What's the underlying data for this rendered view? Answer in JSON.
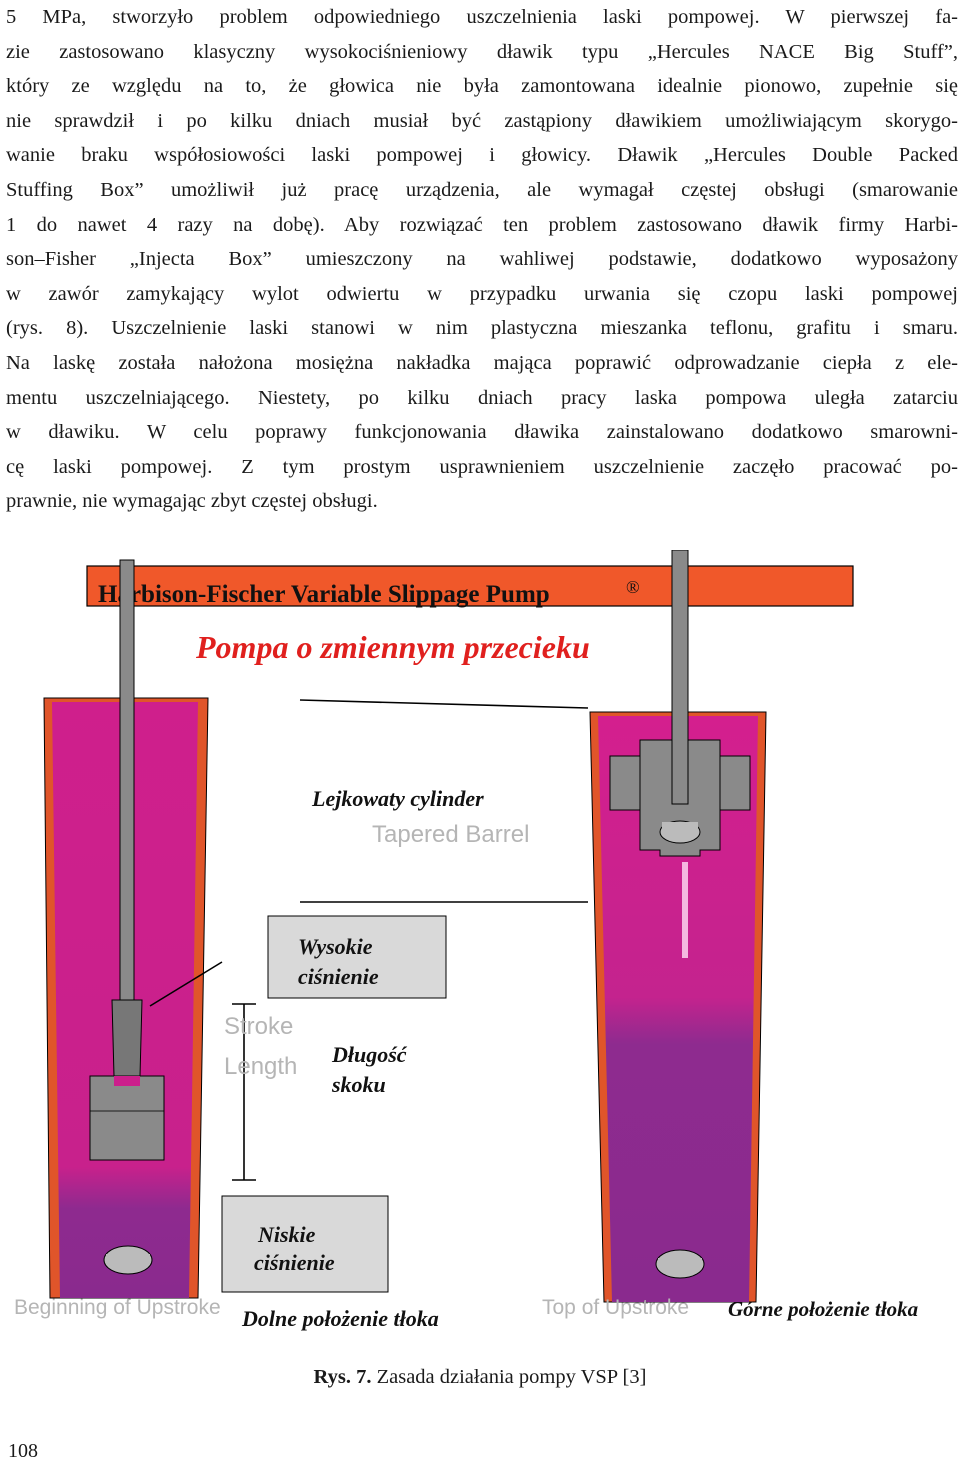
{
  "body_text": {
    "lines": [
      "5 MPa, stworzyło problem odpowiedniego uszczelnienia laski pompowej. W pierwszej fa-",
      "zie zastosowano klasyczny wysokociśnieniowy dławik typu „Hercules NACE Big Stuff”,",
      "który ze względu na to, że głowica nie była zamontowana idealnie pionowo, zupełnie się",
      "nie sprawdził i po kilku dniach musiał być zastąpiony dławikiem umożliwiającym skorygo-",
      "wanie braku współosiowości laski pompowej i głowicy. Dławik „Hercules Double Packed",
      "Stuffing Box” umożliwił już pracę urządzenia, ale wymagał częstej obsługi (smarowanie",
      "1 do nawet 4 razy na dobę). Aby rozwiązać ten problem zastosowano dławik firmy Harbi-",
      "son–Fisher „Injecta Box” umieszczony na wahliwej podstawie, dodatkowo wyposażony",
      "w zawór zamykający wylot odwiertu w przypadku urwania się czopu laski pompowej",
      "(rys. 8). Uszczelnienie laski stanowi w nim plastyczna mieszanka teflonu, grafitu i smaru.",
      "Na laskę została nałożona mosiężna nakładka mająca poprawić odprowadzanie ciepła z ele-",
      "mentu uszczelniającego. Niestety, po kilku dniach pracy laska pompowa uległa zatarciu",
      "w dławiku. W celu poprawy funkcjonowania dławika zainstalowano dodatkowo smarowni-",
      "cę laski pompowej. Z tym prostym usprawnieniem uszczelnienie zaczęło pracować po-",
      "prawnie, nie wymagając zbyt częstej obsługi."
    ]
  },
  "figure": {
    "banner_title": "Harbison-Fischer Variable Slippage Pump",
    "banner_mark": "®",
    "subtitle_pl": "Pompa o zmiennym przecieku",
    "label_tapered_pl": "Lejkowaty cylinder",
    "label_tapered_en": "Tapered Barrel",
    "label_high_pressure_pl_1": "Wysokie",
    "label_high_pressure_pl_2": "ciśnienie",
    "label_stroke_en_1": "Stroke",
    "label_stroke_en_2": "Length",
    "label_stroke_pl_1": "Długość",
    "label_stroke_pl_2": "skoku",
    "label_low_pressure_pl_1": "Niskie",
    "label_low_pressure_pl_2": "ciśnienie",
    "label_beginning_en": "Beginning of Upstroke",
    "label_bottom_pl": "Dolne położenie tłoka",
    "label_top_en": "Top of Upstroke",
    "label_top_pl": "Górne położenie tłoka",
    "colors": {
      "banner_fill": "#f0582a",
      "barrel_orange": "#e0552a",
      "fluid_magenta": "#cc1f8c",
      "fluid_purple": "#8a2a8e",
      "plunger_gray": "#8a8a8a",
      "label_box": "#d9d9d9",
      "subtitle_red": "#e0201e"
    }
  },
  "caption": {
    "label": "Rys. 7.",
    "text": " Zasada działania pompy VSP [3]"
  },
  "page_number": "108"
}
